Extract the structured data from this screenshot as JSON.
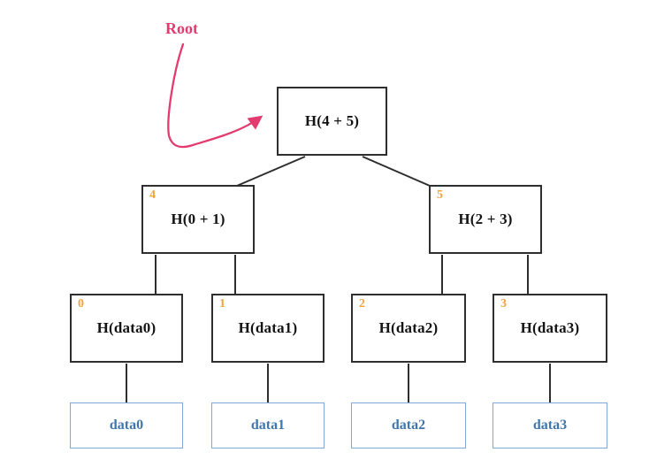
{
  "diagram": {
    "type": "merkle-tree",
    "root_pointer_label": "Root",
    "colors": {
      "node_border": "#2e2e2e",
      "node_text": "#141414",
      "index_orange": "#f2a33c",
      "pointer_pink": "#e33b6f",
      "data_border_blue": "#7fa9d4",
      "data_text_blue": "#3f76ae",
      "background": "#ffffff"
    },
    "nodes": {
      "root": {
        "label": "H(4 + 5)"
      },
      "level1": [
        {
          "index": "4",
          "label": "H(0 + 1)"
        },
        {
          "index": "5",
          "label": "H(2 + 3)"
        }
      ],
      "leaves": [
        {
          "index": "0",
          "label": "H(data0)"
        },
        {
          "index": "1",
          "label": "H(data1)"
        },
        {
          "index": "2",
          "label": "H(data2)"
        },
        {
          "index": "3",
          "label": "H(data3)"
        }
      ],
      "data_blocks": [
        {
          "label": "data0"
        },
        {
          "label": "data1"
        },
        {
          "label": "data2"
        },
        {
          "label": "data3"
        }
      ]
    }
  }
}
